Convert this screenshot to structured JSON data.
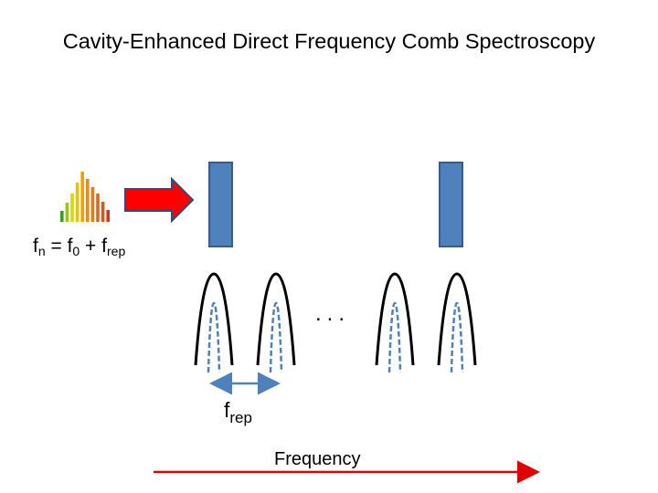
{
  "title": "Cavity-Enhanced Direct Frequency Comb Spectroscopy",
  "formula": {
    "f": "f",
    "n": "n",
    "eq": " = f",
    "zero": "0",
    "plus": " + f",
    "rep": "rep"
  },
  "frep": {
    "f": "f",
    "rep": "rep"
  },
  "ellipsis": "...",
  "frequency_axis_label": "Frequency",
  "colors": {
    "mirror": "#4f81bd",
    "mirror_border": "#385d8a",
    "arrow": "#ff0000",
    "mode_outer": "#000000",
    "mode_inner": "#4f81bd",
    "frequency_axis": "#e00000",
    "spectrum_bars": [
      "#3a9d23",
      "#9bc21c",
      "#d9d800",
      "#f0c000",
      "#f5a000",
      "#e58a1f",
      "#e07b1f",
      "#d96b1f",
      "#d45a1a",
      "#cf3a15"
    ]
  }
}
